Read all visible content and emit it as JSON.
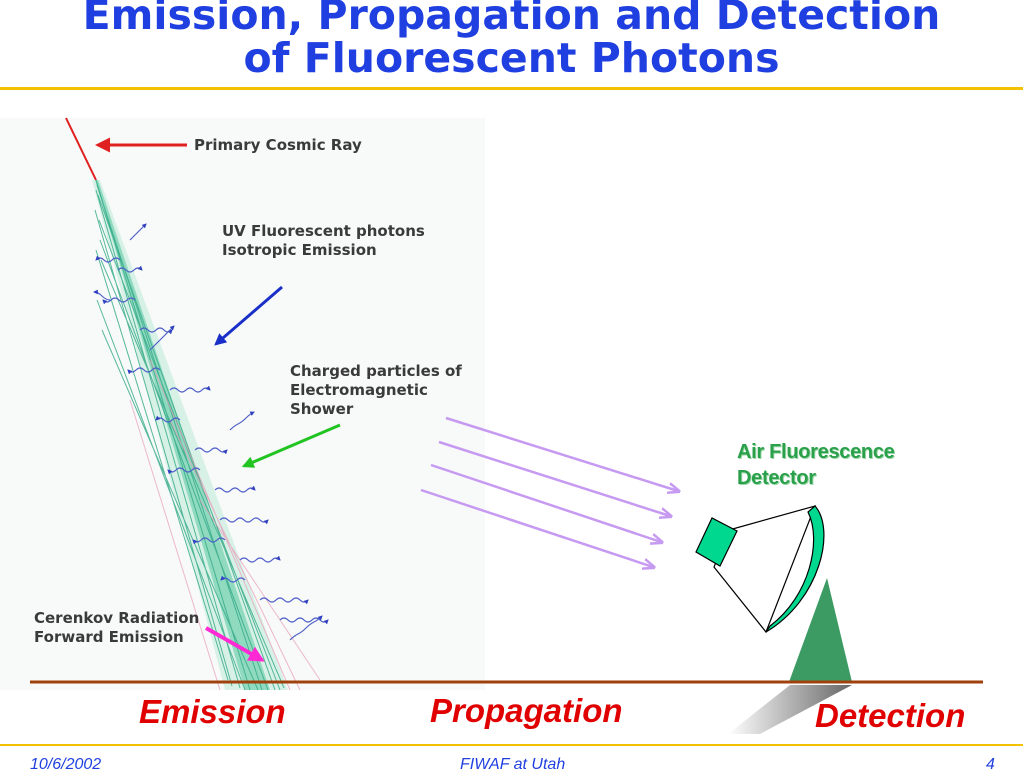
{
  "title": {
    "line1": "Emission, Propagation and Detection",
    "line2": "of Fluorescent Photons"
  },
  "labels": {
    "primary_ray": "Primary Cosmic Ray",
    "uv_line1": "UV Fluorescent photons",
    "uv_line2": "Isotropic Emission",
    "charged_line1": "Charged particles of",
    "charged_line2": "Electromagnetic",
    "charged_line3": "Shower",
    "cerenkov_line1": "Cerenkov Radiation",
    "cerenkov_line2": "Forward Emission",
    "detector_line1": "Air Fluorescence",
    "detector_line2": "Detector"
  },
  "stages": {
    "emission": "Emission",
    "propagation": "Propagation",
    "detection": "Detection"
  },
  "footer": {
    "date": "10/6/2002",
    "center": "FIWAF at Utah",
    "page": "4"
  },
  "colors": {
    "title": "#1f3fe0",
    "rule": "#f2c200",
    "stage_text": "#e00000",
    "detector_text": "#2aa04a",
    "detector_body": "#00d890",
    "mount": "#3c9b63",
    "ground": "#a0410d",
    "photon_arrows": "#c79af2",
    "shower": "#5cc9a0",
    "primary_arrow": "#e02020",
    "uv_arrow": "#1a2ec8",
    "charged_arrow": "#22c422",
    "cerenkov_arrow": "#ff2ad4"
  }
}
